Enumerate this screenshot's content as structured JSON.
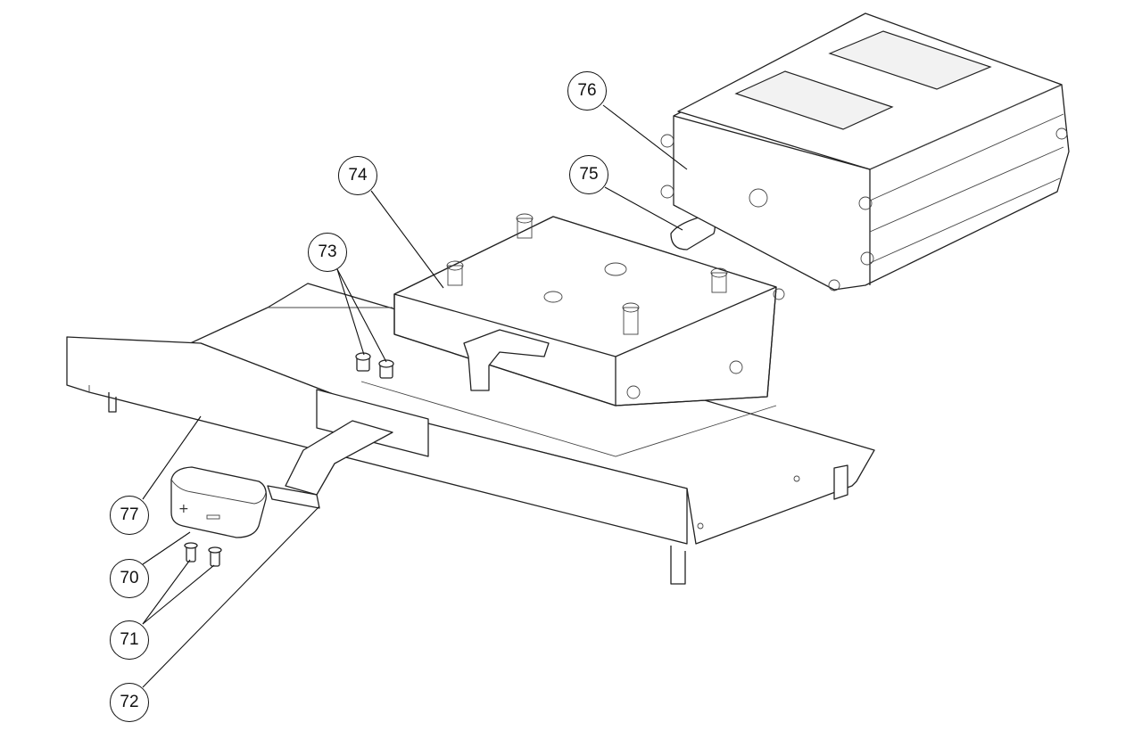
{
  "title": "Exploded assembly view",
  "callouts": [
    {
      "label": "76",
      "part": "housing"
    },
    {
      "label": "74",
      "part": "mounting-box"
    },
    {
      "label": "75",
      "part": "clip"
    },
    {
      "label": "73",
      "part": "screws"
    },
    {
      "label": "77",
      "part": "tray"
    },
    {
      "label": "70",
      "part": "cover-block"
    },
    {
      "label": "71",
      "part": "small-screws"
    },
    {
      "label": "72",
      "part": "bracket"
    }
  ]
}
